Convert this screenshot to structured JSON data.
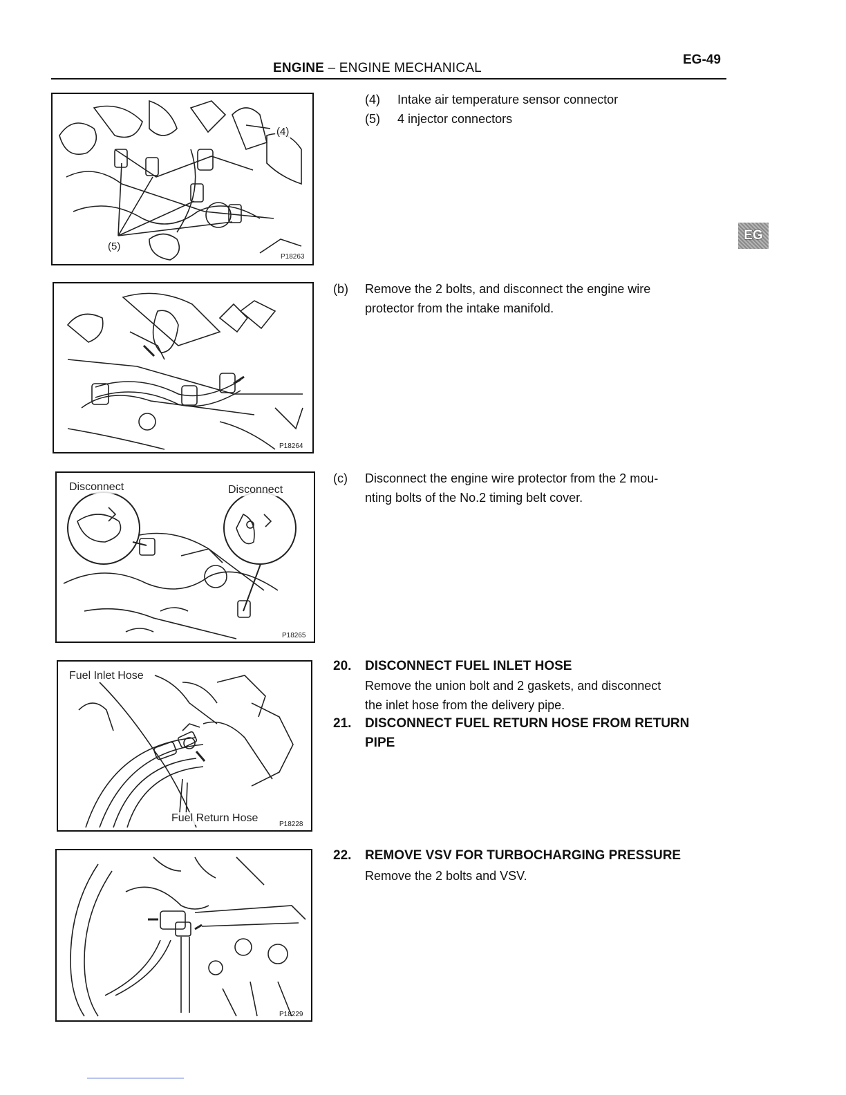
{
  "header": {
    "section": "ENGINE",
    "separator": " – ",
    "subsection": "ENGINE MECHANICAL",
    "page_number": "EG-49"
  },
  "side_tab": {
    "label": "EG"
  },
  "figures": [
    {
      "code": "P18263",
      "labels": [
        "(4)",
        "(5)"
      ]
    },
    {
      "code": "P18264",
      "labels": []
    },
    {
      "code": "P18265",
      "labels": [
        "Disconnect",
        "Disconnect"
      ]
    },
    {
      "code": "P18228",
      "labels": [
        "Fuel Inlet Hose",
        "Fuel Return Hose"
      ]
    },
    {
      "code": "P18229",
      "labels": []
    }
  ],
  "items": {
    "i4_marker": "(4)",
    "i4_text": "Intake air temperature sensor connector",
    "i5_marker": "(5)",
    "i5_text": "4 injector connectors",
    "b_marker": "(b)",
    "b_text_1": "Remove the 2 bolts, and disconnect the engine wire",
    "b_text_2": "protector from the intake manifold.",
    "c_marker": "(c)",
    "c_text_1": "Disconnect the engine wire protector from the 2 mou-",
    "c_text_2": "nting bolts of the No.2 timing belt cover."
  },
  "steps": [
    {
      "number": "20.",
      "heading": "DISCONNECT FUEL INLET HOSE",
      "body": [
        "Remove the union bolt and 2 gaskets, and disconnect",
        "the inlet hose from the delivery pipe."
      ]
    },
    {
      "number": "21.",
      "heading_1": "DISCONNECT FUEL RETURN HOSE FROM RETURN",
      "heading_2": "PIPE"
    },
    {
      "number": "22.",
      "heading": "REMOVE VSV FOR TURBOCHARGING PRESSURE",
      "body": [
        "Remove the 2 bolts and VSV."
      ]
    }
  ]
}
